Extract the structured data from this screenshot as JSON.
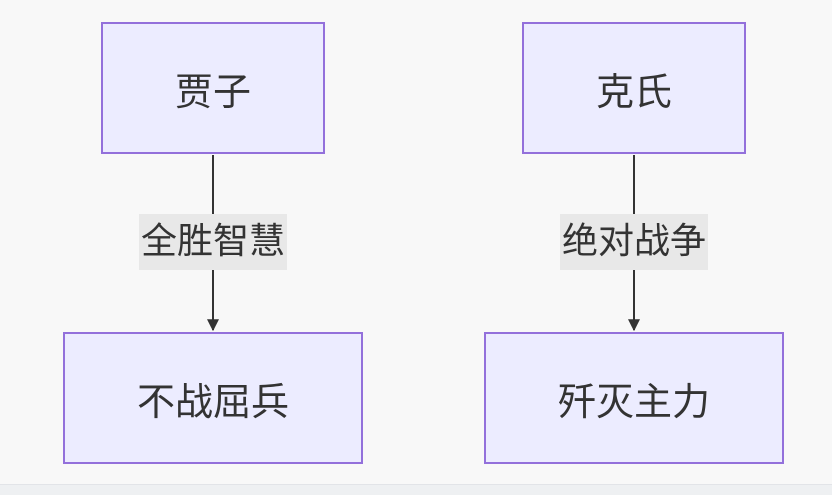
{
  "diagram": {
    "nodes": {
      "jiazi": "贾子",
      "keshi": "克氏",
      "buzhan": "不战屈兵",
      "jianmie": "歼灭主力"
    },
    "edges": [
      {
        "from": "jiazi",
        "to": "buzhan",
        "label": "全胜智慧"
      },
      {
        "from": "keshi",
        "to": "jianmie",
        "label": "绝对战争"
      }
    ]
  },
  "colors": {
    "node_fill": "#ececff",
    "node_border": "#9370db",
    "edge_line": "#333333",
    "edge_label_bg": "#e8e8e8",
    "background": "#f8f8f8"
  }
}
